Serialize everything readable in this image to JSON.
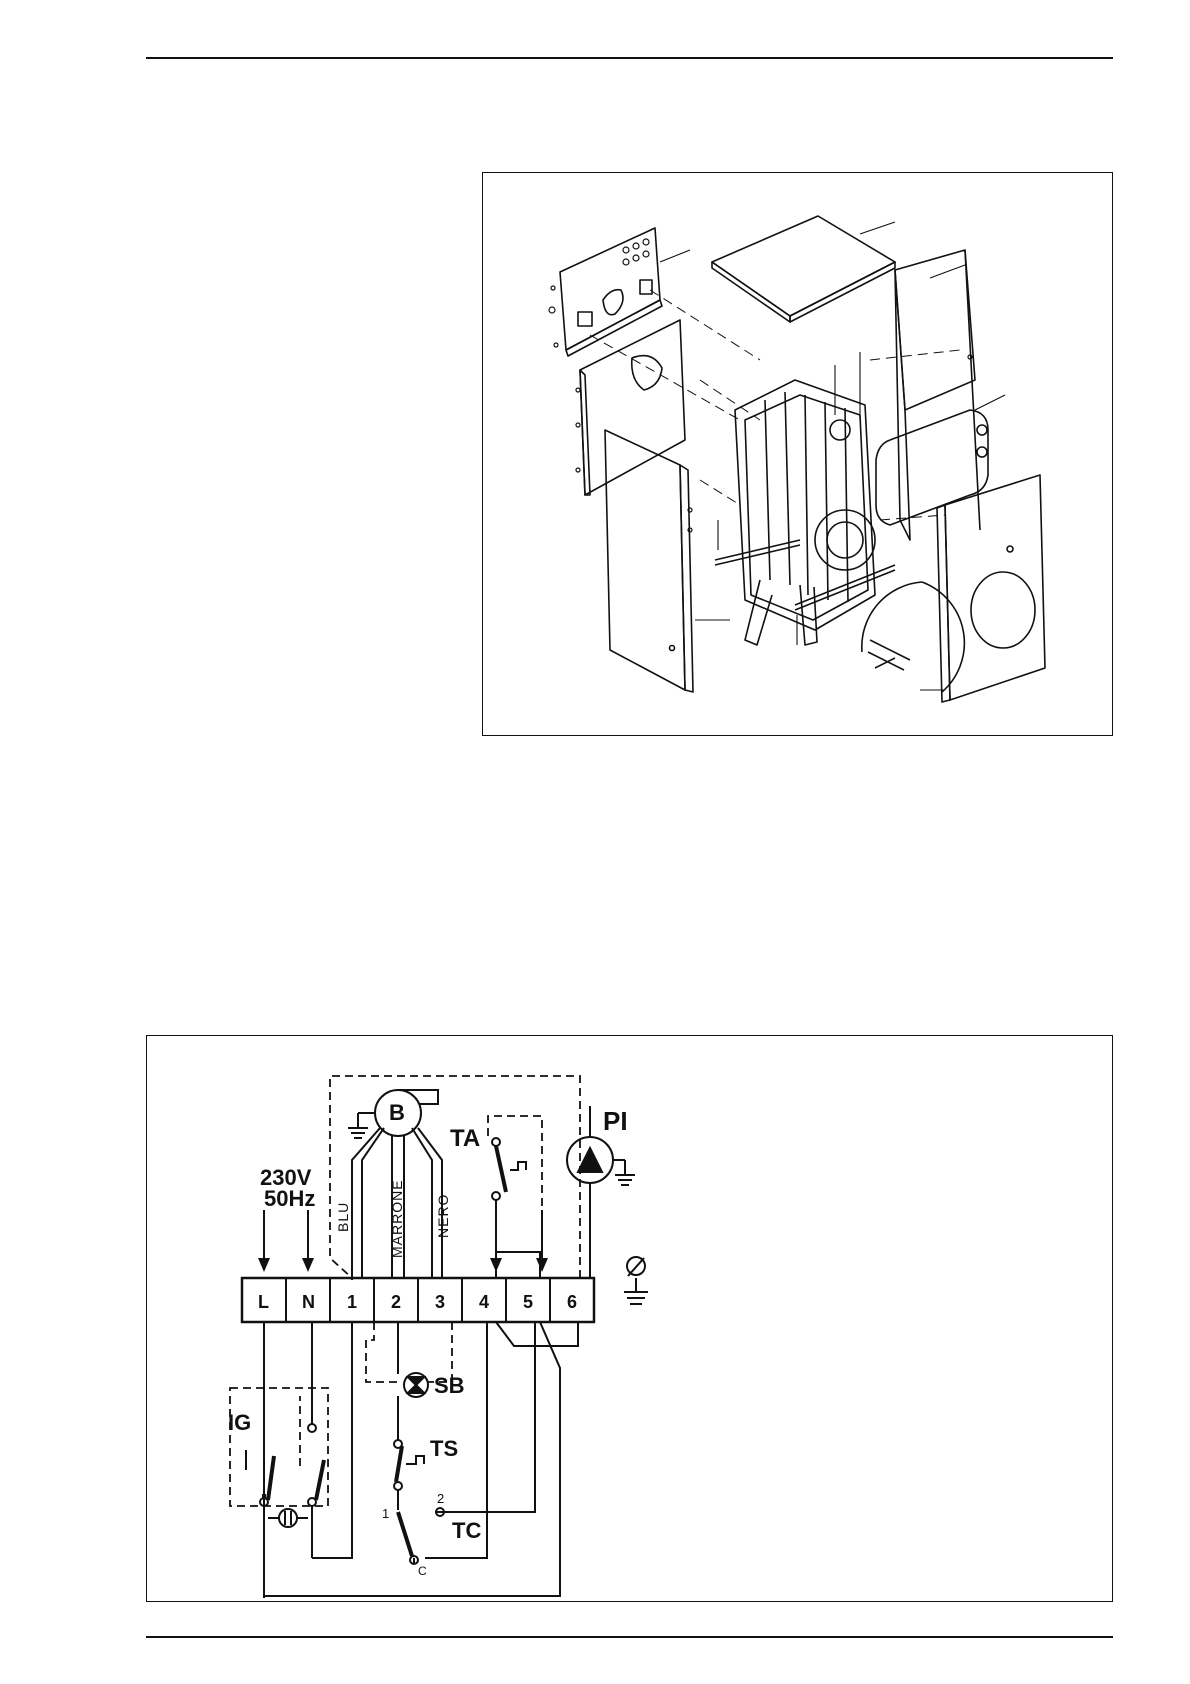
{
  "wiring": {
    "supply_voltage": "230V",
    "supply_freq": "50Hz",
    "terminals": [
      "L",
      "N",
      "1",
      "2",
      "3",
      "4",
      "5",
      "6"
    ],
    "wire_labels": [
      "BLU",
      "MARRONE",
      "NERO"
    ],
    "components": {
      "burner": "B",
      "room_thermostat": "TA",
      "pump": "PI",
      "burner_lockout": "SB",
      "safety_thermostat": "TS",
      "boiler_thermostat": "TC",
      "main_switch": "IG"
    },
    "tc_contacts": [
      "1",
      "2",
      "C"
    ]
  }
}
